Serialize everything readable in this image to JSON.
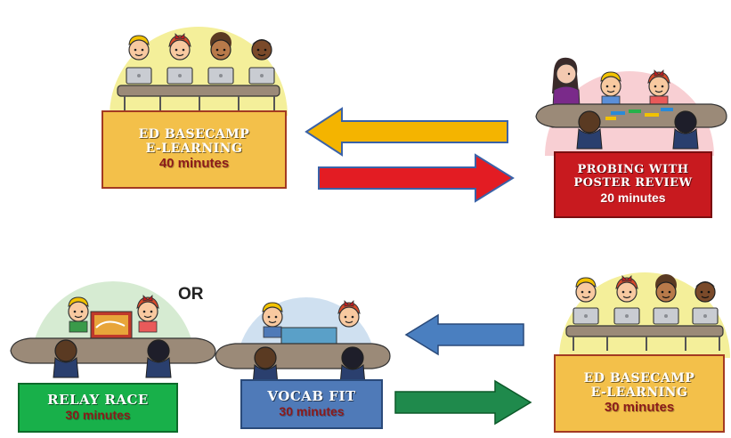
{
  "activities": {
    "elearning_top": {
      "title_lines": [
        "ED BASECAMP",
        "E-LEARNING"
      ],
      "duration": "40 minutes"
    },
    "probing": {
      "title_lines": [
        "PROBING WITH",
        "POSTER REVIEW"
      ],
      "duration": "20 minutes"
    },
    "relay": {
      "title_lines": [
        "RELAY RACE"
      ],
      "duration": "30 minutes"
    },
    "vocab": {
      "title_lines": [
        "VOCAB FIT"
      ],
      "duration": "30 minutes"
    },
    "elearning_bottom": {
      "title_lines": [
        "ED BASECAMP",
        "E-LEARNING"
      ],
      "duration": "30 minutes"
    }
  },
  "connector": {
    "or_label": "OR"
  },
  "colors": {
    "elearning_fill": "#f3c04a",
    "elearning_border": "#a33a22",
    "probing_fill": "#c81a1f",
    "relay_fill": "#18b04a",
    "vocab_fill": "#4f7ab8",
    "arrow_yellow": "#f4b400",
    "arrow_red": "#e31c23",
    "arrow_blue": "#4a7fc0",
    "arrow_green": "#1f8a4c",
    "duration_dark_red": "#8b1a1a"
  }
}
